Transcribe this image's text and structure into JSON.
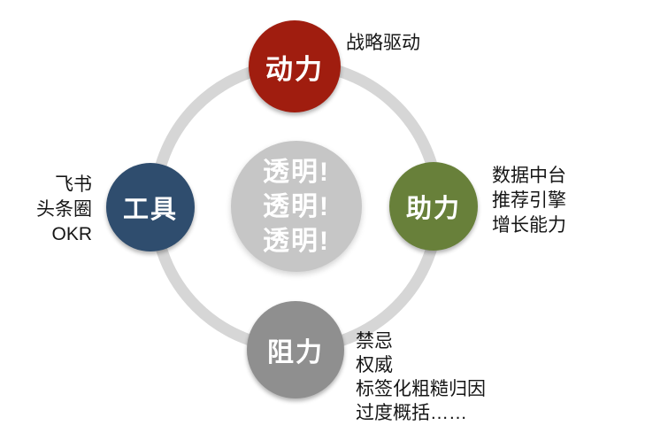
{
  "ring": {
    "color": "#D6D6D6"
  },
  "center": {
    "lines": [
      "透明!",
      "透明!",
      "透明!"
    ],
    "color": "#C6C6C6",
    "text_color": "#FFFFFF"
  },
  "nodes": {
    "top": {
      "label": "动力",
      "color": "#A01D0F"
    },
    "right": {
      "label": "助力",
      "color": "#68803A"
    },
    "bottom": {
      "label": "阻力",
      "color": "#8F8F8F"
    },
    "left": {
      "label": "工具",
      "color": "#2F4D6E"
    }
  },
  "annotations": {
    "top": [
      "战略驱动"
    ],
    "right": [
      "数据中台",
      "推荐引擎",
      "增长能力"
    ],
    "bottom": [
      "禁忌",
      "权威",
      "标签化粗糙归因",
      "过度概括……"
    ],
    "left": [
      "飞书",
      "头条圈",
      "OKR"
    ]
  }
}
